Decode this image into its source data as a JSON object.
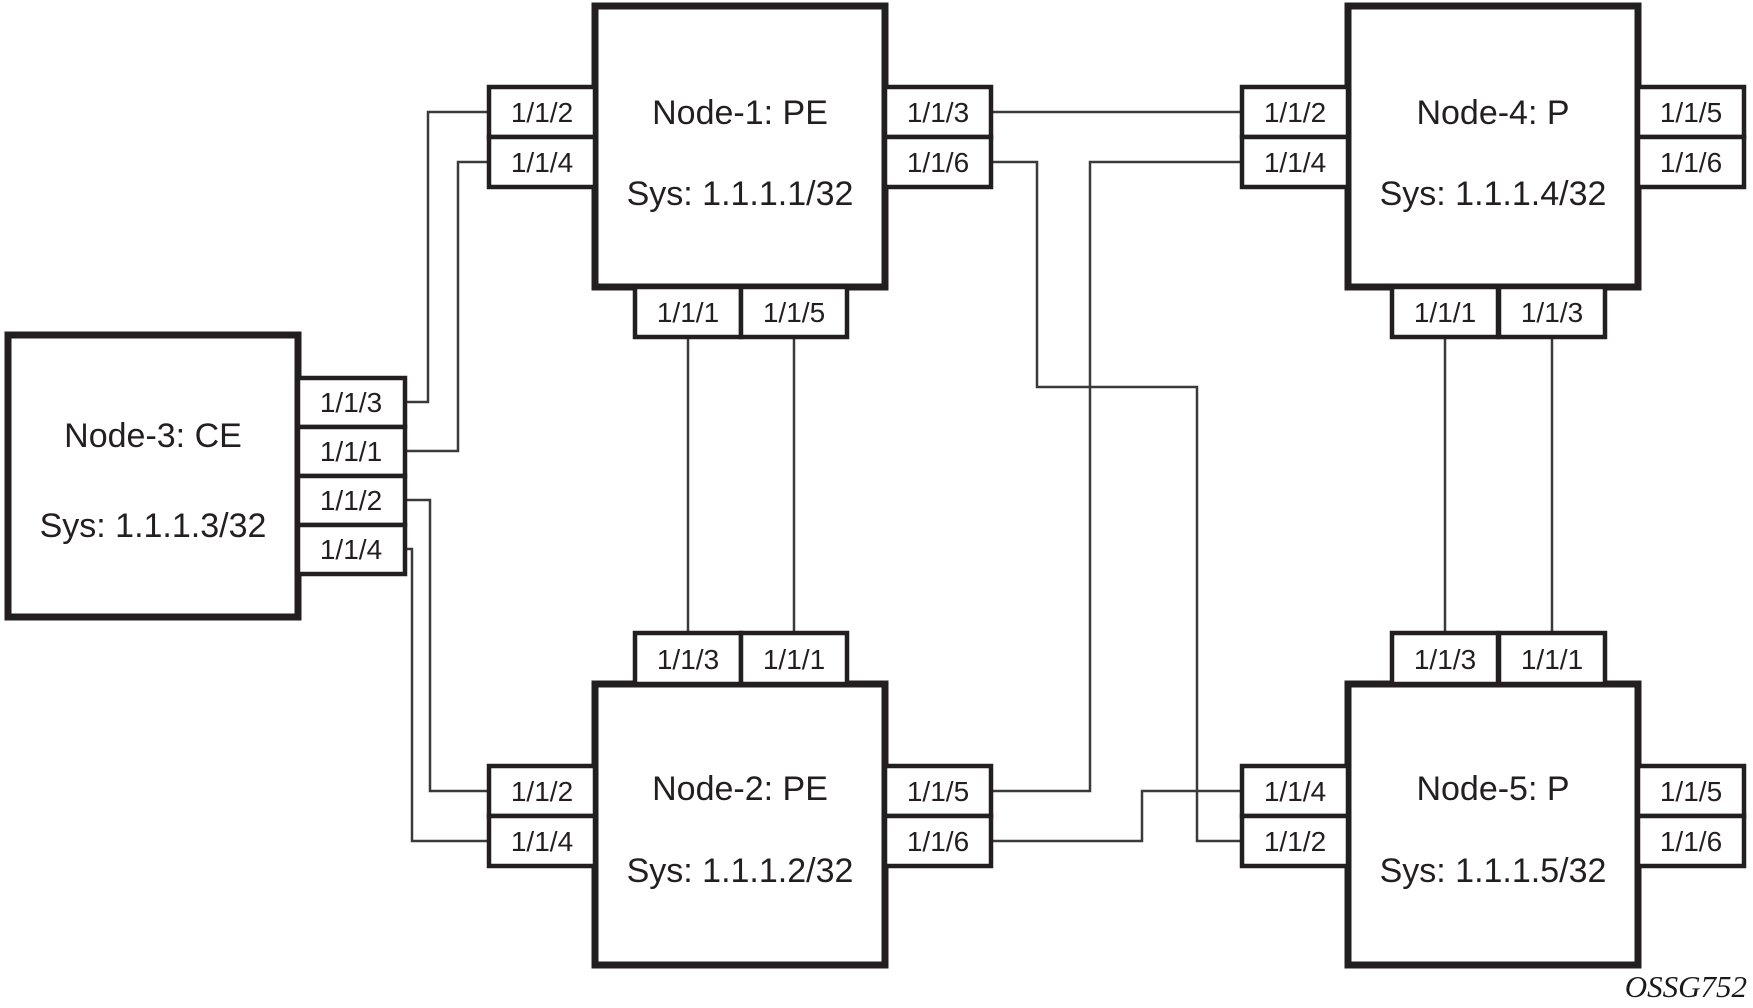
{
  "diagram": {
    "figure_label": "OSSG752",
    "colors": {
      "background": "#ffffff",
      "stroke": "#231f20",
      "link": "#3a3a3a"
    },
    "nodes": [
      {
        "id": "node-1",
        "title": "Node-1: PE",
        "sys": "Sys: 1.1.1.1/32",
        "role": "PE",
        "ports": {
          "left": [
            "1/1/2",
            "1/1/4"
          ],
          "right": [
            "1/1/3",
            "1/1/6"
          ],
          "bottom": [
            "1/1/1",
            "1/1/5"
          ]
        }
      },
      {
        "id": "node-2",
        "title": "Node-2: PE",
        "sys": "Sys: 1.1.1.2/32",
        "role": "PE",
        "ports": {
          "top": [
            "1/1/3",
            "1/1/1"
          ],
          "left": [
            "1/1/2",
            "1/1/4"
          ],
          "right": [
            "1/1/5",
            "1/1/6"
          ]
        }
      },
      {
        "id": "node-3",
        "title": "Node-3: CE",
        "sys": "Sys: 1.1.1.3/32",
        "role": "CE",
        "ports": {
          "right": [
            "1/1/3",
            "1/1/1",
            "1/1/2",
            "1/1/4"
          ]
        }
      },
      {
        "id": "node-4",
        "title": "Node-4: P",
        "sys": "Sys: 1.1.1.4/32",
        "role": "P",
        "ports": {
          "left": [
            "1/1/2",
            "1/1/4"
          ],
          "right": [
            "1/1/5",
            "1/1/6"
          ],
          "bottom": [
            "1/1/1",
            "1/1/3"
          ]
        }
      },
      {
        "id": "node-5",
        "title": "Node-5: P",
        "sys": "Sys: 1.1.1.5/32",
        "role": "P",
        "ports": {
          "top": [
            "1/1/3",
            "1/1/1"
          ],
          "left": [
            "1/1/4",
            "1/1/2"
          ],
          "right": [
            "1/1/5",
            "1/1/6"
          ]
        }
      }
    ],
    "links": [
      {
        "from": "Node-3:1/1/3",
        "to": "Node-1:1/1/2"
      },
      {
        "from": "Node-3:1/1/1",
        "to": "Node-1:1/1/4"
      },
      {
        "from": "Node-3:1/1/2",
        "to": "Node-2:1/1/2"
      },
      {
        "from": "Node-3:1/1/4",
        "to": "Node-2:1/1/4"
      },
      {
        "from": "Node-1:1/1/1",
        "to": "Node-2:1/1/3"
      },
      {
        "from": "Node-1:1/1/5",
        "to": "Node-2:1/1/1"
      },
      {
        "from": "Node-1:1/1/3",
        "to": "Node-4:1/1/2"
      },
      {
        "from": "Node-1:1/1/6",
        "to": "Node-5:1/1/2"
      },
      {
        "from": "Node-2:1/1/5",
        "to": "Node-4:1/1/4"
      },
      {
        "from": "Node-2:1/1/6",
        "to": "Node-5:1/1/4"
      },
      {
        "from": "Node-4:1/1/1",
        "to": "Node-5:1/1/3"
      },
      {
        "from": "Node-4:1/1/3",
        "to": "Node-5:1/1/1"
      }
    ]
  }
}
